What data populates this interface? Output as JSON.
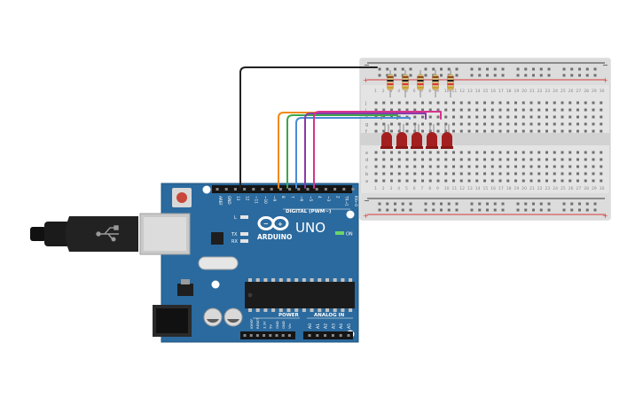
{
  "board": {
    "brand": "ARDUINO",
    "model": "UNO",
    "digital_label": "DIGITAL (PWM~)",
    "power_label": "POWER",
    "analog_label": "ANALOG IN",
    "on_label": "ON",
    "led_l": "L",
    "led_tx": "TX",
    "led_rx": "RX",
    "header_top_pins": [
      "AREF",
      "GND",
      "13",
      "12",
      "~11",
      "~10",
      "~9",
      "8",
      "7",
      "~6",
      "~5",
      "4",
      "~3",
      "2",
      "TX→1",
      "RX←0"
    ],
    "power_pins": [
      "IOREF",
      "RESET",
      "3.3V",
      "5V",
      "GND",
      "GND",
      "Vin"
    ],
    "analog_pins": [
      "A0",
      "A1",
      "A2",
      "A3",
      "A4",
      "A5"
    ]
  },
  "breadboard": {
    "row_labels_top": [
      "j",
      "i",
      "h",
      "g",
      "f"
    ],
    "row_labels_bottom": [
      "e",
      "d",
      "c",
      "b",
      "a"
    ],
    "column_numbers": [
      "1",
      "2",
      "3",
      "4",
      "5",
      "6",
      "7",
      "8",
      "9",
      "10",
      "11",
      "12",
      "13",
      "14",
      "15",
      "16",
      "17",
      "18",
      "19",
      "20",
      "21",
      "22",
      "23",
      "24",
      "25",
      "26",
      "27",
      "28",
      "29",
      "30"
    ],
    "rail_minus": "−",
    "rail_plus": "+"
  },
  "colors": {
    "board": "#2b6a9e",
    "board_edge": "#1f5480",
    "breadboard": "#e4e4e4",
    "rail_red": "#d93a3a",
    "led": "#a41f1f",
    "wire_black": "#222222",
    "wire_orange": "#f0891c",
    "wire_green": "#3aa84a",
    "wire_blue": "#4a8bd6",
    "wire_purple": "#8a3aa8",
    "wire_magenta": "#d8338f"
  }
}
